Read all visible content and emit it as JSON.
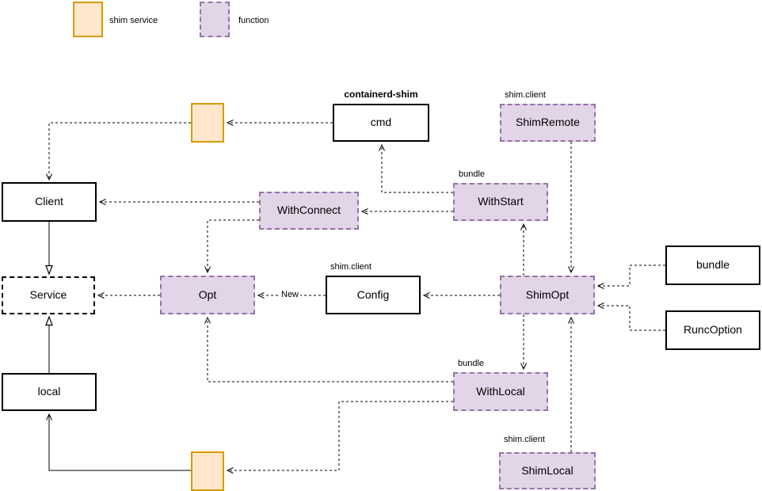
{
  "legend": {
    "items": [
      {
        "swatch": "shim-service-swatch",
        "label": "shim service"
      },
      {
        "swatch": "function-swatch",
        "label": "function"
      }
    ]
  },
  "nodes": {
    "cmd": {
      "label": "cmd",
      "group_label": "containerd-shim"
    },
    "shim_remote": {
      "label": "ShimRemote",
      "group_label": "shim.client"
    },
    "client": {
      "label": "Client"
    },
    "with_start": {
      "label": "WithStart",
      "group_label": "bundle"
    },
    "with_connect": {
      "label": "WithConnect"
    },
    "service": {
      "label": "Service"
    },
    "opt": {
      "label": "Opt"
    },
    "config": {
      "label": "Config",
      "group_label": "shim.client"
    },
    "shim_opt": {
      "label": "ShimOpt"
    },
    "bundle": {
      "label": "bundle"
    },
    "runc_option": {
      "label": "RuncOption"
    },
    "local": {
      "label": "local"
    },
    "with_local": {
      "label": "WithLocal",
      "group_label": "bundle"
    },
    "shim_local": {
      "label": "ShimLocal",
      "group_label": "shim.client"
    }
  },
  "edge_labels": {
    "config_to_opt": "New"
  },
  "colors": {
    "shim_service_fill": "#FFE6CC",
    "shim_service_stroke": "#D79B00",
    "function_fill": "#E1D5E7",
    "function_stroke": "#9673A6",
    "line": "#000000"
  }
}
